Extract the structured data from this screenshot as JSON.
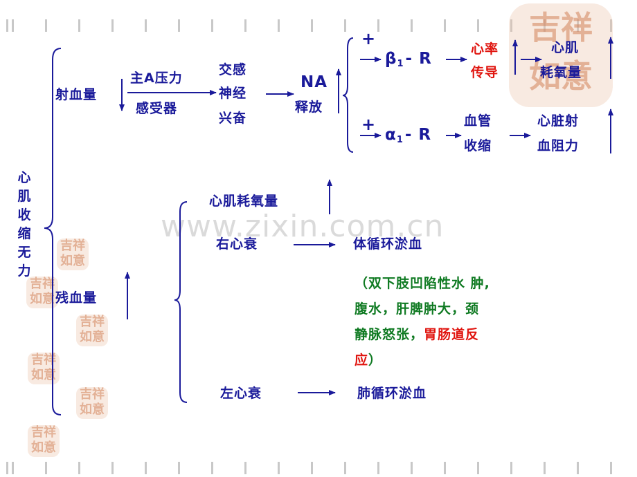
{
  "root": "心肌收缩无力",
  "stroke_volume": {
    "label": "射血量",
    "trend": "down"
  },
  "baroreceptor": {
    "line1": "主A压力",
    "line2": "感受器"
  },
  "sympathetic": {
    "line1": "交感",
    "line2": "神经",
    "line3": "兴奋"
  },
  "na_release": {
    "line1": "NA",
    "line2": "释放"
  },
  "beta_path": {
    "sign": "+",
    "receptor_symbol": "β",
    "receptor_sub": "1",
    "receptor_suffix": "- R",
    "effect_line1": "心率",
    "effect_line2": "传导",
    "result_line1": "心肌",
    "result_line2": "耗氧量"
  },
  "alpha_path": {
    "sign": "+",
    "receptor_symbol": "α",
    "receptor_sub": "1",
    "receptor_suffix": "- R",
    "effect_line1": "血管",
    "effect_line2": "收缩",
    "result_line1": "心脏射",
    "result_line2": "血阻力"
  },
  "residual_volume": {
    "label": "残血量",
    "trend": "up"
  },
  "myocardial_o2": "心肌耗氧量",
  "right_failure": {
    "label": "右心衰",
    "result": "体循环淤血"
  },
  "symptoms": {
    "open_paren": "（",
    "line1": "双下肢凹陷性水 肿,",
    "line2": "腹水，肝脾肿大，颈",
    "line3_a": "静脉怒张，",
    "line3_b": "胃肠道反",
    "line4_a": "应",
    "close_paren": "）"
  },
  "left_failure": {
    "label": "左心衰",
    "result": "肺循环淤血"
  },
  "watermark": "www.zixin.com.cn",
  "colors": {
    "text": "#1a1a9a",
    "accent_red": "#e0140e",
    "green": "#0f7a22"
  }
}
